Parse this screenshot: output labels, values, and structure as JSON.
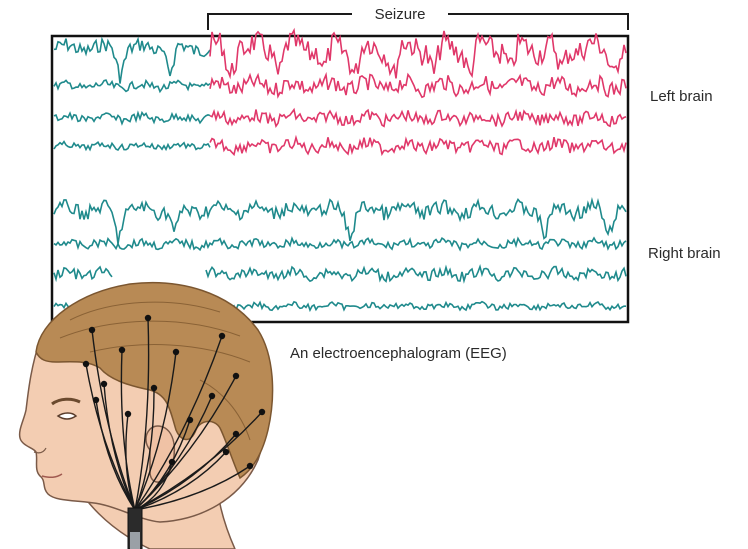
{
  "labels": {
    "seizure": "Seizure",
    "left_brain": "Left brain",
    "right_brain": "Right brain",
    "caption": "An electroencephalogram (EEG)"
  },
  "colors": {
    "normal_trace": "#1f8a8c",
    "seizure_trace": "#e0386a",
    "frame": "#111111",
    "hair": "#b88a55",
    "skin": "#f3cdb2",
    "electrode_wire": "#1a1a1a"
  },
  "icons": [
    "head-profile-illustration",
    "electrode-icon"
  ],
  "eeg": {
    "left_channels": 4,
    "right_channels": 4,
    "seizure_affects": "left brain"
  }
}
